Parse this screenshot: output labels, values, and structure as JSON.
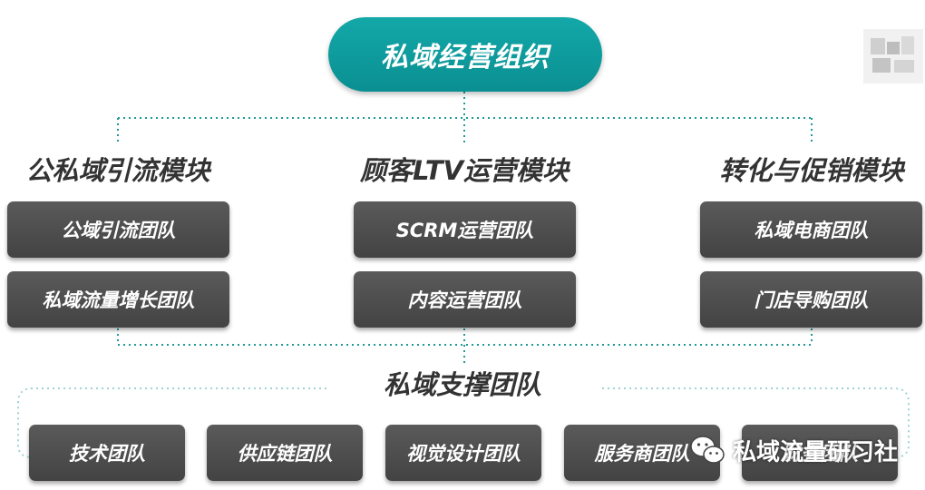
{
  "root": {
    "label": "私域经营组织"
  },
  "modules": [
    {
      "title": "公私域引流模块",
      "teams": [
        "公域引流团队",
        "私域流量增长团队"
      ]
    },
    {
      "title": "顾客LTV运营模块",
      "teams": [
        "SCRM运营团队",
        "内容运营团队"
      ]
    },
    {
      "title": "转化与促销模块",
      "teams": [
        "私域电商团队",
        "门店导购团队"
      ]
    }
  ],
  "support": {
    "title": "私域支撑团队",
    "teams": [
      "技术团队",
      "供应链团队",
      "视觉设计团队",
      "服务商团队",
      "财务团队"
    ]
  },
  "watermark": {
    "text": "私域流量研习社",
    "icon": "wechat-icon"
  },
  "colors": {
    "root": "#0f9c9e",
    "team": "#4d4d4d",
    "connector": "#1f9a9a",
    "title": "#333333"
  }
}
